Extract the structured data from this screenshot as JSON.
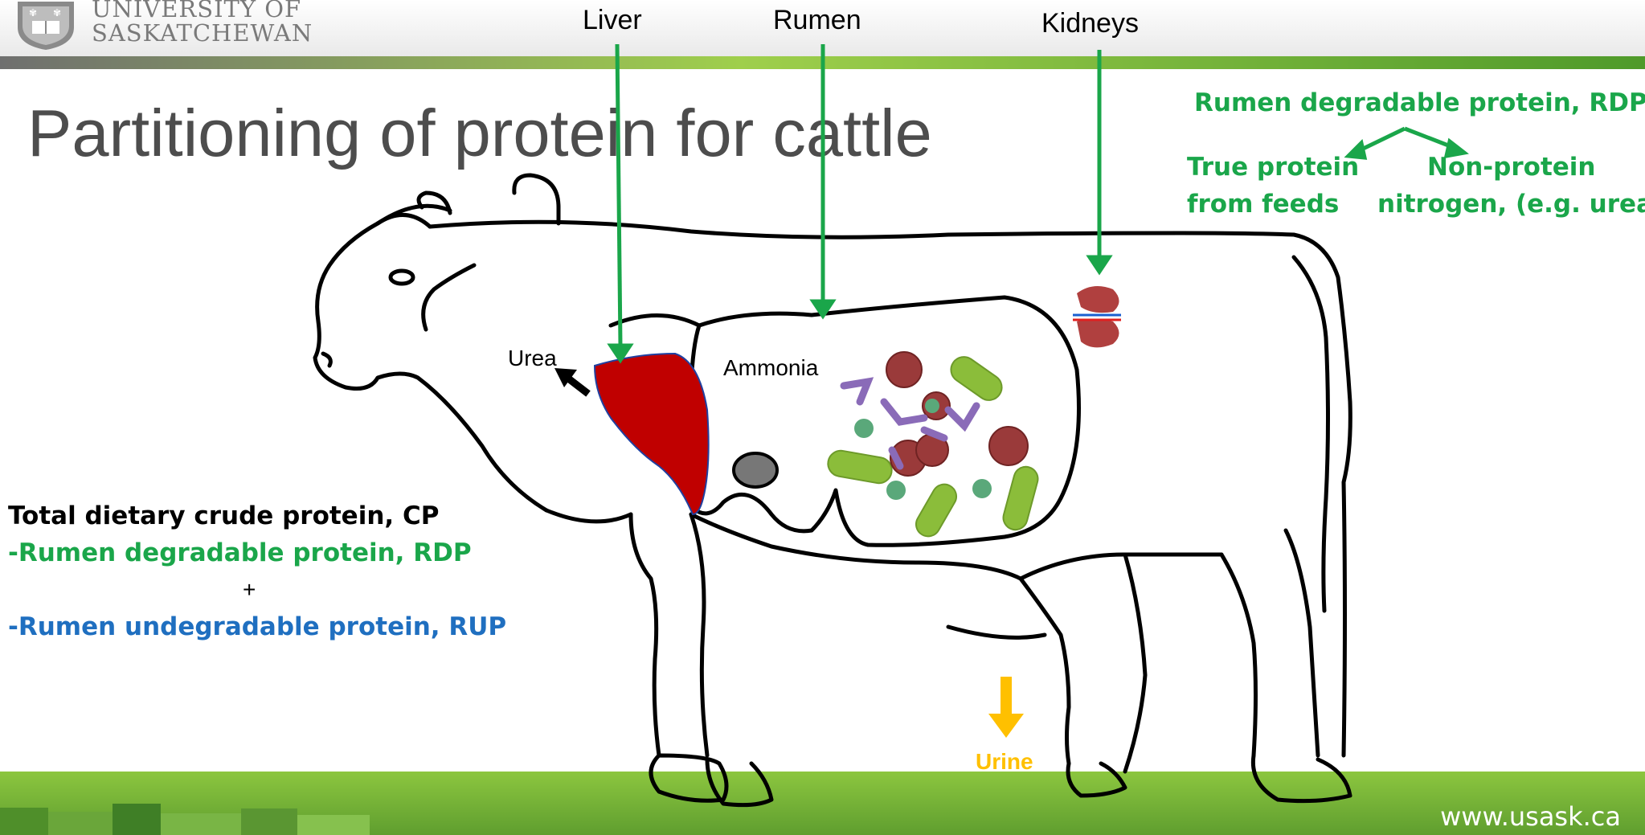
{
  "header": {
    "logo_line1": "UNIVERSITY OF",
    "logo_line2": "SASKATCHEWAN"
  },
  "slide": {
    "title": "Partitioning of protein for cattle",
    "url": "www.usask.ca"
  },
  "organs": {
    "liver": "Liver",
    "rumen": "Rumen",
    "kidneys": "Kidneys"
  },
  "inside": {
    "urea": "Urea",
    "ammonia": "Ammonia",
    "urine": "Urine"
  },
  "rdp_tree": {
    "root": "Rumen degradable protein, RDP",
    "left_line1": "True protein",
    "left_line2": "from feeds",
    "right_line1": "Non-protein",
    "right_line2": "nitrogen, (e.g. urea)"
  },
  "crude_protein": {
    "heading": "Total dietary crude protein, CP",
    "rdp": "-Rumen degradable protein, RDP",
    "plus": "+",
    "rup": "-Rumen undegradable protein, RUP"
  },
  "colors": {
    "green_text": "#1aa64a",
    "blue_text": "#1f6fc0",
    "liver": "#c00000",
    "urine_arrow": "#ffc000",
    "band_green": "#7cb83a"
  }
}
